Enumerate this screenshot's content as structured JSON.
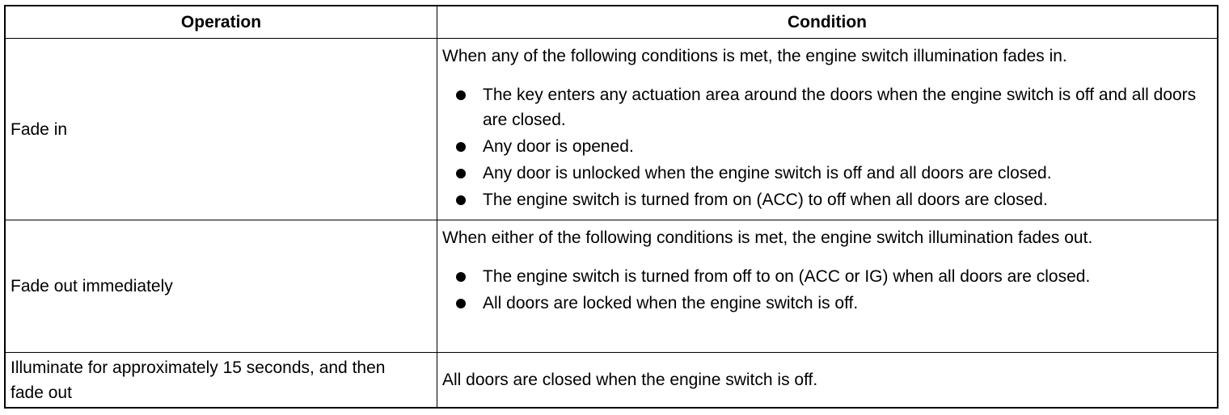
{
  "table": {
    "headers": {
      "operation": "Operation",
      "condition": "Condition"
    },
    "rows": [
      {
        "operation": "Fade in",
        "intro": "When any of the following conditions is met, the engine switch illumination fades in.",
        "bullets": [
          "The key enters any actuation area around the doors when the engine switch is off and all doors are closed.",
          "Any door is opened.",
          "Any door is unlocked when the engine switch is off and all doors are closed.",
          "The engine switch is turned from on (ACC) to off when all doors are closed."
        ]
      },
      {
        "operation": "Fade out immediately",
        "intro": "When either of the following conditions is met, the engine switch illumination fades out.",
        "bullets": [
          "The engine switch is turned from off to on (ACC or IG) when all doors are closed.",
          "All doors are locked when the engine switch is off."
        ]
      },
      {
        "operation": "Illuminate for approximately 15 seconds, and then fade out",
        "condition": "All doors are closed when the engine switch is off."
      }
    ]
  }
}
